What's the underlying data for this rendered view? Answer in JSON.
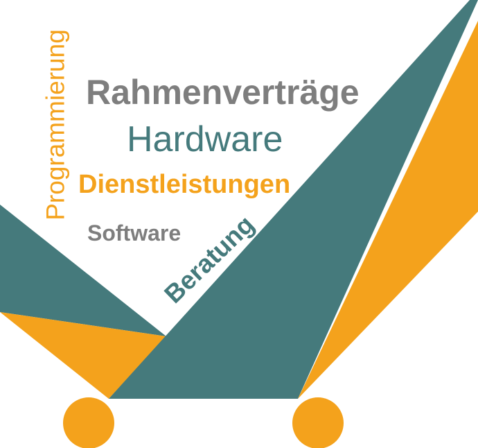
{
  "colors": {
    "teal": "#457A7C",
    "orange": "#F4A21C",
    "grey": "#7E7E7E",
    "background": "#FFFFFF"
  },
  "words": {
    "rahmenvertraege": "Rahmenverträge",
    "hardware": "Hardware",
    "dienstleistungen": "Dienstleistungen",
    "software": "Software",
    "programmierung": "Programmierung",
    "beratung": "Beratung"
  }
}
